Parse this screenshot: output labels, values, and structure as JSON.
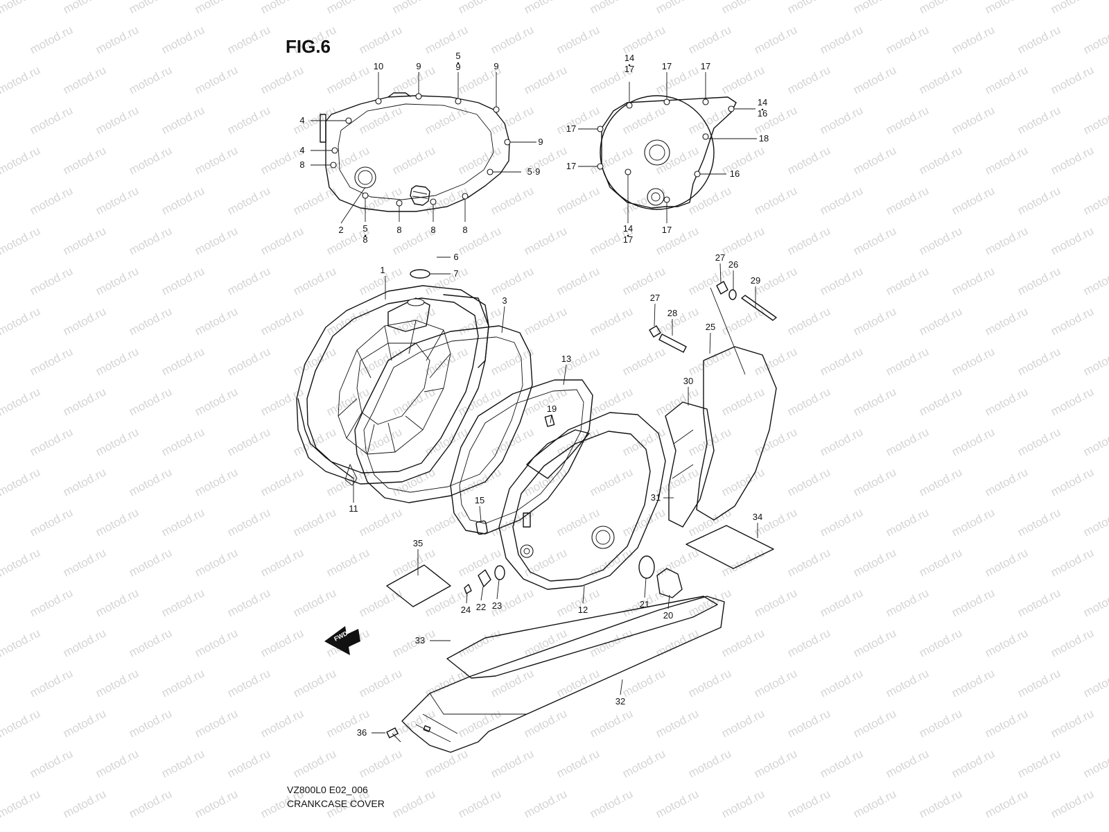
{
  "figure": {
    "title": "FIG.6",
    "model_code": "VZ800L0 E02_006",
    "caption": "CRANKCASE COVER",
    "fwd_label": "FWD"
  },
  "watermark": {
    "text": "motod.ru"
  },
  "callouts": [
    {
      "id": "c-10",
      "label": "10"
    },
    {
      "id": "c-9a",
      "label": "9"
    },
    {
      "id": "c-59a",
      "label": "5\n9"
    },
    {
      "id": "c-9b",
      "label": "9"
    },
    {
      "id": "c-4a",
      "label": "4"
    },
    {
      "id": "c-4b",
      "label": "4"
    },
    {
      "id": "c-9c",
      "label": "9"
    },
    {
      "id": "c-59b",
      "label": "5·9"
    },
    {
      "id": "c-8a",
      "label": "8"
    },
    {
      "id": "c-2",
      "label": "2"
    },
    {
      "id": "c-58",
      "label": "5\n8"
    },
    {
      "id": "c-8b",
      "label": "8"
    },
    {
      "id": "c-8c",
      "label": "8"
    },
    {
      "id": "c-8d",
      "label": "8"
    },
    {
      "id": "c-1417a",
      "label": "14\n17"
    },
    {
      "id": "c-17a",
      "label": "17"
    },
    {
      "id": "c-17b",
      "label": "17"
    },
    {
      "id": "c-1416",
      "label": "14\n16"
    },
    {
      "id": "c-17c",
      "label": "17"
    },
    {
      "id": "c-18",
      "label": "18"
    },
    {
      "id": "c-17d",
      "label": "17"
    },
    {
      "id": "c-16",
      "label": "16"
    },
    {
      "id": "c-1417b",
      "label": "14\n17"
    },
    {
      "id": "c-17e",
      "label": "17"
    },
    {
      "id": "c-6",
      "label": "6"
    },
    {
      "id": "c-7",
      "label": "7"
    },
    {
      "id": "c-1",
      "label": "1"
    },
    {
      "id": "c-3",
      "label": "3"
    },
    {
      "id": "c-13",
      "label": "13"
    },
    {
      "id": "c-19",
      "label": "19"
    },
    {
      "id": "c-11",
      "label": "11"
    },
    {
      "id": "c-15",
      "label": "15"
    },
    {
      "id": "c-35",
      "label": "35"
    },
    {
      "id": "c-24",
      "label": "24"
    },
    {
      "id": "c-22",
      "label": "22"
    },
    {
      "id": "c-23",
      "label": "23"
    },
    {
      "id": "c-12",
      "label": "12"
    },
    {
      "id": "c-21",
      "label": "21"
    },
    {
      "id": "c-20",
      "label": "20"
    },
    {
      "id": "c-27a",
      "label": "27"
    },
    {
      "id": "c-26",
      "label": "26"
    },
    {
      "id": "c-29",
      "label": "29"
    },
    {
      "id": "c-27b",
      "label": "27"
    },
    {
      "id": "c-28",
      "label": "28"
    },
    {
      "id": "c-25",
      "label": "25"
    },
    {
      "id": "c-30",
      "label": "30"
    },
    {
      "id": "c-31",
      "label": "31"
    },
    {
      "id": "c-34",
      "label": "34"
    },
    {
      "id": "c-33",
      "label": "33"
    },
    {
      "id": "c-32",
      "label": "32"
    },
    {
      "id": "c-36",
      "label": "36"
    }
  ]
}
